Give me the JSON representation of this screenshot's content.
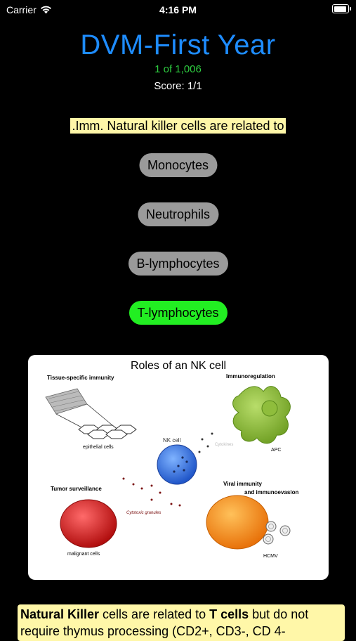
{
  "status_bar": {
    "carrier": "Carrier",
    "time": "4:16 PM"
  },
  "app": {
    "title": "DVM-First Year",
    "counter": "1 of 1,006",
    "score": "Score: 1/1"
  },
  "question": {
    "text": ".Imm. Natural killer cells are related to"
  },
  "answers": [
    {
      "label": "Monocytes",
      "correct": false
    },
    {
      "label": "Neutrophils",
      "correct": false
    },
    {
      "label": "B-lymphocytes",
      "correct": false
    },
    {
      "label": "T-lymphocytes",
      "correct": true
    }
  ],
  "figure": {
    "title": "Roles of an NK cell",
    "labels": {
      "tissue": "Tissue-specific immunity",
      "immunoregulation": "Immunoregulation",
      "epithelial": "epithelial cells",
      "nk_cell": "NK cell",
      "cytokines": "Cytokines",
      "apc": "APC",
      "tumor": "Tumor surveillance",
      "viral1": "Viral immunity",
      "viral2": "and immunoevasion",
      "granules": "Cytotoxic granules",
      "malignant": "malignant cells",
      "hcmv": "HCMV"
    }
  },
  "explanation": {
    "part1_bold": "Natural Killer",
    "part2": " cells are related to ",
    "part3_bold": "T cells",
    "part4": " but do not require thymus processing (CD2+, CD3-, CD 4-"
  },
  "colors": {
    "title": "#1e8cff",
    "counter": "#2ecc40",
    "highlight": "#fff7a8",
    "answer_bg": "#9a9a9a",
    "answer_correct": "#22ee22"
  }
}
